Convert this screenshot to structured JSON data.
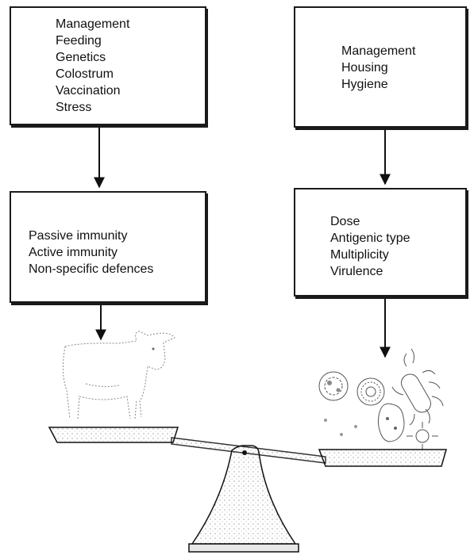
{
  "host_factors": {
    "items": [
      "Management",
      "Feeding",
      "Genetics",
      "Colostrum",
      "Vaccination",
      "Stress"
    ]
  },
  "environment_factors": {
    "items": [
      "Management",
      "Housing",
      "Hygiene"
    ]
  },
  "host_defences": {
    "items": [
      "Passive immunity",
      "Active immunity",
      "Non-specific defences"
    ]
  },
  "pathogen_factors": {
    "items": [
      "Dose",
      "Antigenic type",
      "Multiplicity",
      "Virulence"
    ]
  },
  "illustrations": {
    "left_pan": "calf-icon",
    "right_pan": "microbes-icon",
    "balance": "balance-scale-icon"
  }
}
